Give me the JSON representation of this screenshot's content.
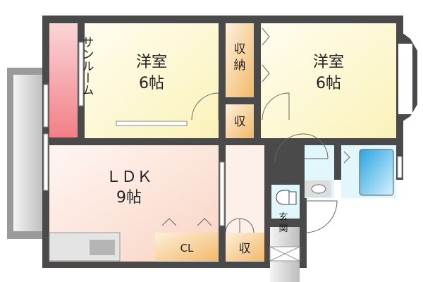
{
  "rooms": {
    "sunroom": {
      "label": "サンルーム"
    },
    "western_room_1": {
      "label": "洋室",
      "size": "6帖"
    },
    "storage_1": {
      "label_top": "収",
      "label_bottom": "納"
    },
    "storage_small": {
      "label": "収"
    },
    "western_room_2": {
      "label": "洋室",
      "size": "6帖"
    },
    "ldk": {
      "label": "ＬＤＫ",
      "size": "9帖"
    },
    "closet": {
      "label": "CL"
    },
    "storage_bottom": {
      "label": "収"
    },
    "entrance": {
      "label_top": "玄",
      "label_bottom": "関"
    }
  },
  "colors": {
    "wall": "#4a4a4a",
    "sunroom": "#f48a8f",
    "western_room": "#fdf6c0",
    "storage": "#f6c27a",
    "ldk": "#fbdcd0",
    "wet_area": "#e2f7fb",
    "bathtub": "#29a4e0",
    "balcony": "#c8c8c8"
  }
}
